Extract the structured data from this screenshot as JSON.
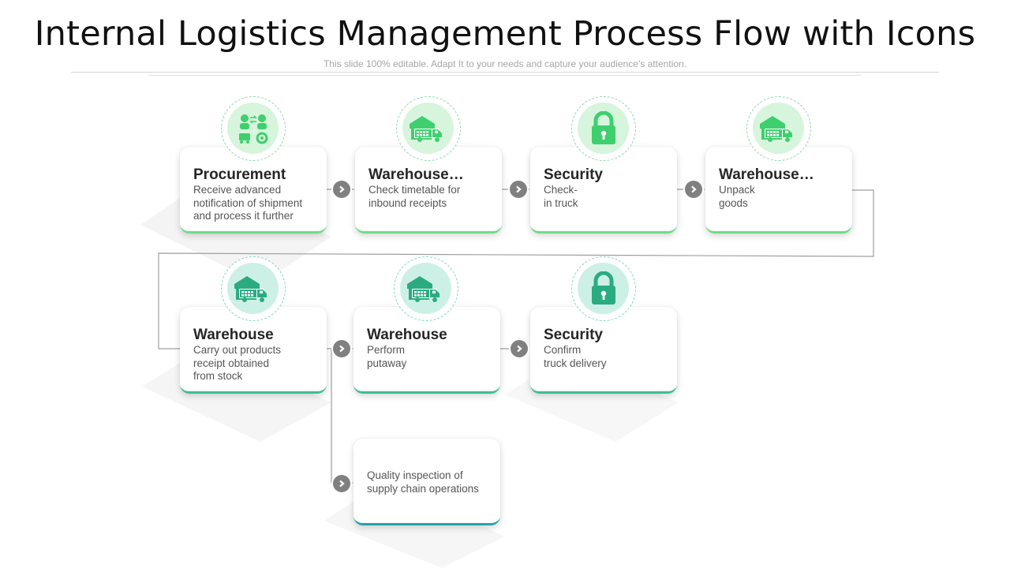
{
  "header": {
    "title": "Internal Logistics Management Process Flow with Icons",
    "subtitle": "This slide 100% editable. Adapt  It to your needs and capture your audience’s attention."
  },
  "colors": {
    "row1_accent": "#6fdc86",
    "row2_accent": "#3cbf93",
    "row3_accent": "#23a3a8",
    "row1_disc": "#d6f5dc",
    "row1_icon": "#3fcf6e",
    "row2_disc": "#ccf0e6",
    "row2_icon": "#2bab80",
    "arrow": "#808080",
    "connector": "#9a9a9a"
  },
  "steps": [
    {
      "title": "Procurement",
      "desc": "Receive advanced\nnotification of shipment\nand process it further",
      "icon": "procurement-people-icon"
    },
    {
      "title": "Warehouse…",
      "desc": "Check timetable for\ninbound receipts",
      "icon": "warehouse-truck-icon"
    },
    {
      "title": "Security",
      "desc": "Check-\nin truck",
      "icon": "padlock-icon"
    },
    {
      "title": "Warehouse…",
      "desc": "Unpack\ngoods",
      "icon": "warehouse-truck-icon"
    },
    {
      "title": "Warehouse",
      "desc": "Carry out products\nreceipt obtained\nfrom stock",
      "icon": "warehouse-truck-icon"
    },
    {
      "title": "Warehouse",
      "desc": "Perform\nputaway",
      "icon": "warehouse-truck-icon"
    },
    {
      "title": "Security",
      "desc": "Confirm\ntruck delivery",
      "icon": "padlock-icon"
    },
    {
      "title": "",
      "desc": "Quality inspection of\nsupply chain operations",
      "icon": ""
    }
  ]
}
